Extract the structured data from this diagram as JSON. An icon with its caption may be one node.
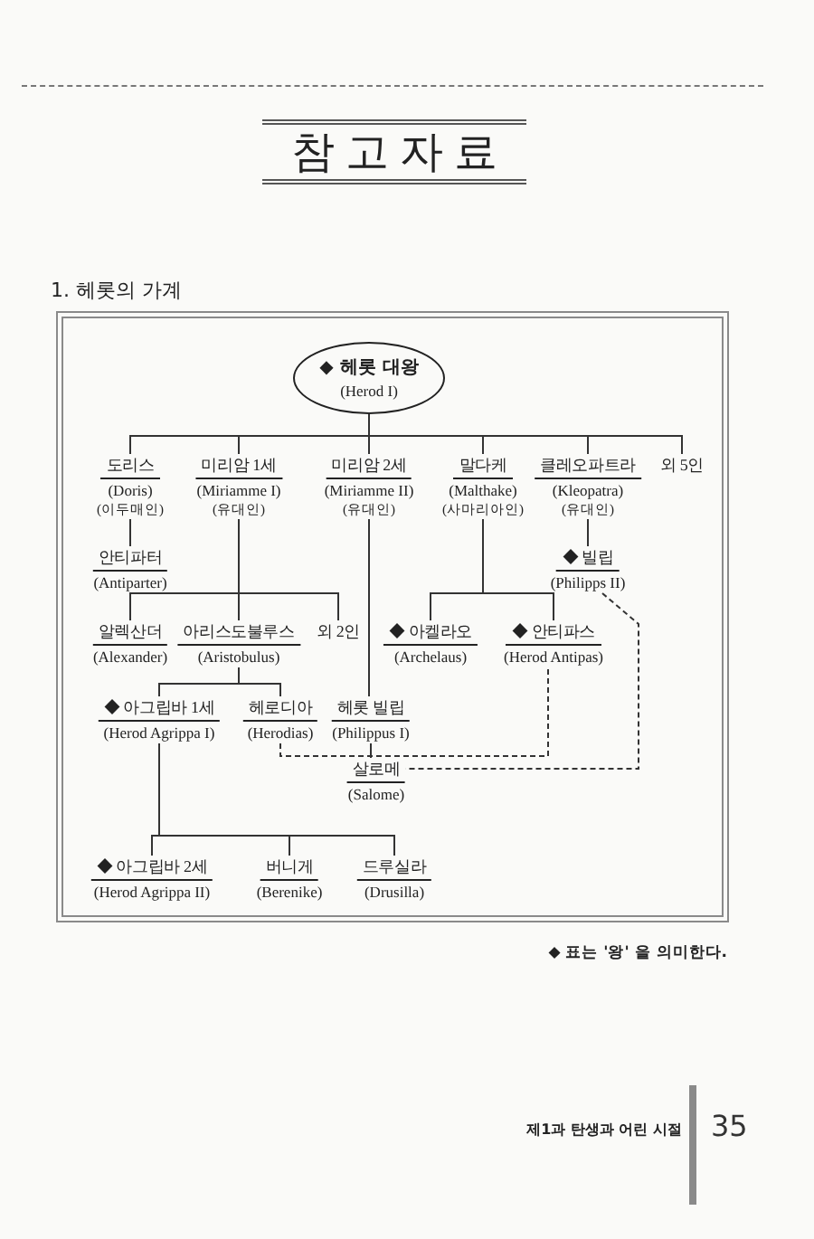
{
  "diagram": {
    "title": "참고자료",
    "nodes": [
      {
        "text": [
          "◆ 헤롯 대왕",
          "(Herod I)"
        ]
      },
      {
        "text": [
          "도리스",
          "(Doris)",
          "(이두매인)"
        ]
      },
      {
        "text": [
          "미리암 1세",
          "(Miriamme I)",
          "(유대인)"
        ]
      },
      {
        "text": [
          "미리암 2세",
          "(Miriamme II)",
          "(유대인)"
        ]
      },
      {
        "text": [
          "말다케",
          "(Malthake)",
          "(사마리아인)"
        ]
      },
      {
        "text": [
          "클레오파트라",
          "(Kleopatra)",
          "(유대인)"
        ]
      },
      {
        "text": [
          "외 5인"
        ]
      },
      {
        "text": [
          "안티파터",
          "(Antiparter)"
        ]
      },
      {
        "text": [
          "◆ 빌립",
          "(Philipps II)"
        ]
      },
      {
        "text": [
          "알렉산더",
          "(Alexander)"
        ]
      },
      {
        "text": [
          "아리스도불루스",
          "(Aristobulus)"
        ]
      },
      {
        "text": [
          "외 2인"
        ]
      },
      {
        "text": [
          "◆ 아켈라오",
          "(Archelaus)"
        ]
      },
      {
        "text": [
          "◆ 안티파스",
          "(Herod Antipas)"
        ]
      },
      {
        "text": [
          "◆ 아그립바 1세",
          "(Herod Agrippa I)"
        ]
      },
      {
        "text": [
          "헤로디아",
          "(Herodias)"
        ]
      },
      {
        "text": [
          "헤롯 빌립",
          "(Philippus I)"
        ]
      },
      {
        "text": [
          "살로메",
          "(Salome)"
        ]
      },
      {
        "text": [
          "◆ 아그립바 2세",
          "(Herod Agrippa II)"
        ]
      },
      {
        "text": [
          "버니게",
          "(Berenike)"
        ]
      },
      {
        "text": [
          "드루실라",
          "(Drusilla)"
        ]
      }
    ],
    "edges": [
      {
        "from": 0,
        "to": 1,
        "arrow": "none"
      },
      {
        "from": 0,
        "to": 2,
        "arrow": "none"
      },
      {
        "from": 0,
        "to": 3,
        "arrow": "none"
      },
      {
        "from": 0,
        "to": 4,
        "arrow": "none"
      },
      {
        "from": 0,
        "to": 5,
        "arrow": "none"
      },
      {
        "from": 0,
        "to": 6,
        "arrow": "none"
      },
      {
        "from": 1,
        "to": 7,
        "arrow": "none"
      },
      {
        "from": 2,
        "to": 9,
        "arrow": "none"
      },
      {
        "from": 2,
        "to": 10,
        "arrow": "none"
      },
      {
        "from": 2,
        "to": 11,
        "arrow": "none"
      },
      {
        "from": 3,
        "to": 16,
        "arrow": "none"
      },
      {
        "from": 4,
        "to": 12,
        "arrow": "none"
      },
      {
        "from": 4,
        "to": 13,
        "arrow": "none"
      },
      {
        "from": 5,
        "to": 8,
        "arrow": "none"
      },
      {
        "from": 10,
        "to": 14,
        "arrow": "none"
      },
      {
        "from": 10,
        "to": 15,
        "arrow": "none"
      },
      {
        "from": 15,
        "to": 13,
        "arrow": "none",
        "style": "dashed"
      },
      {
        "from": 16,
        "to": 17,
        "arrow": "none"
      },
      {
        "from": 8,
        "to": 17,
        "arrow": "none",
        "style": "dashed"
      },
      {
        "from": 14,
        "to": 18,
        "arrow": "none"
      },
      {
        "from": 14,
        "to": 19,
        "arrow": "none"
      },
      {
        "from": 14,
        "to": 20,
        "arrow": "none"
      }
    ],
    "labels": [
      "1. 헤롯의 가계",
      "◆ 표는 '왕' 을 의미한다.",
      "제1과 탄생과 어린 시절",
      "35"
    ]
  }
}
